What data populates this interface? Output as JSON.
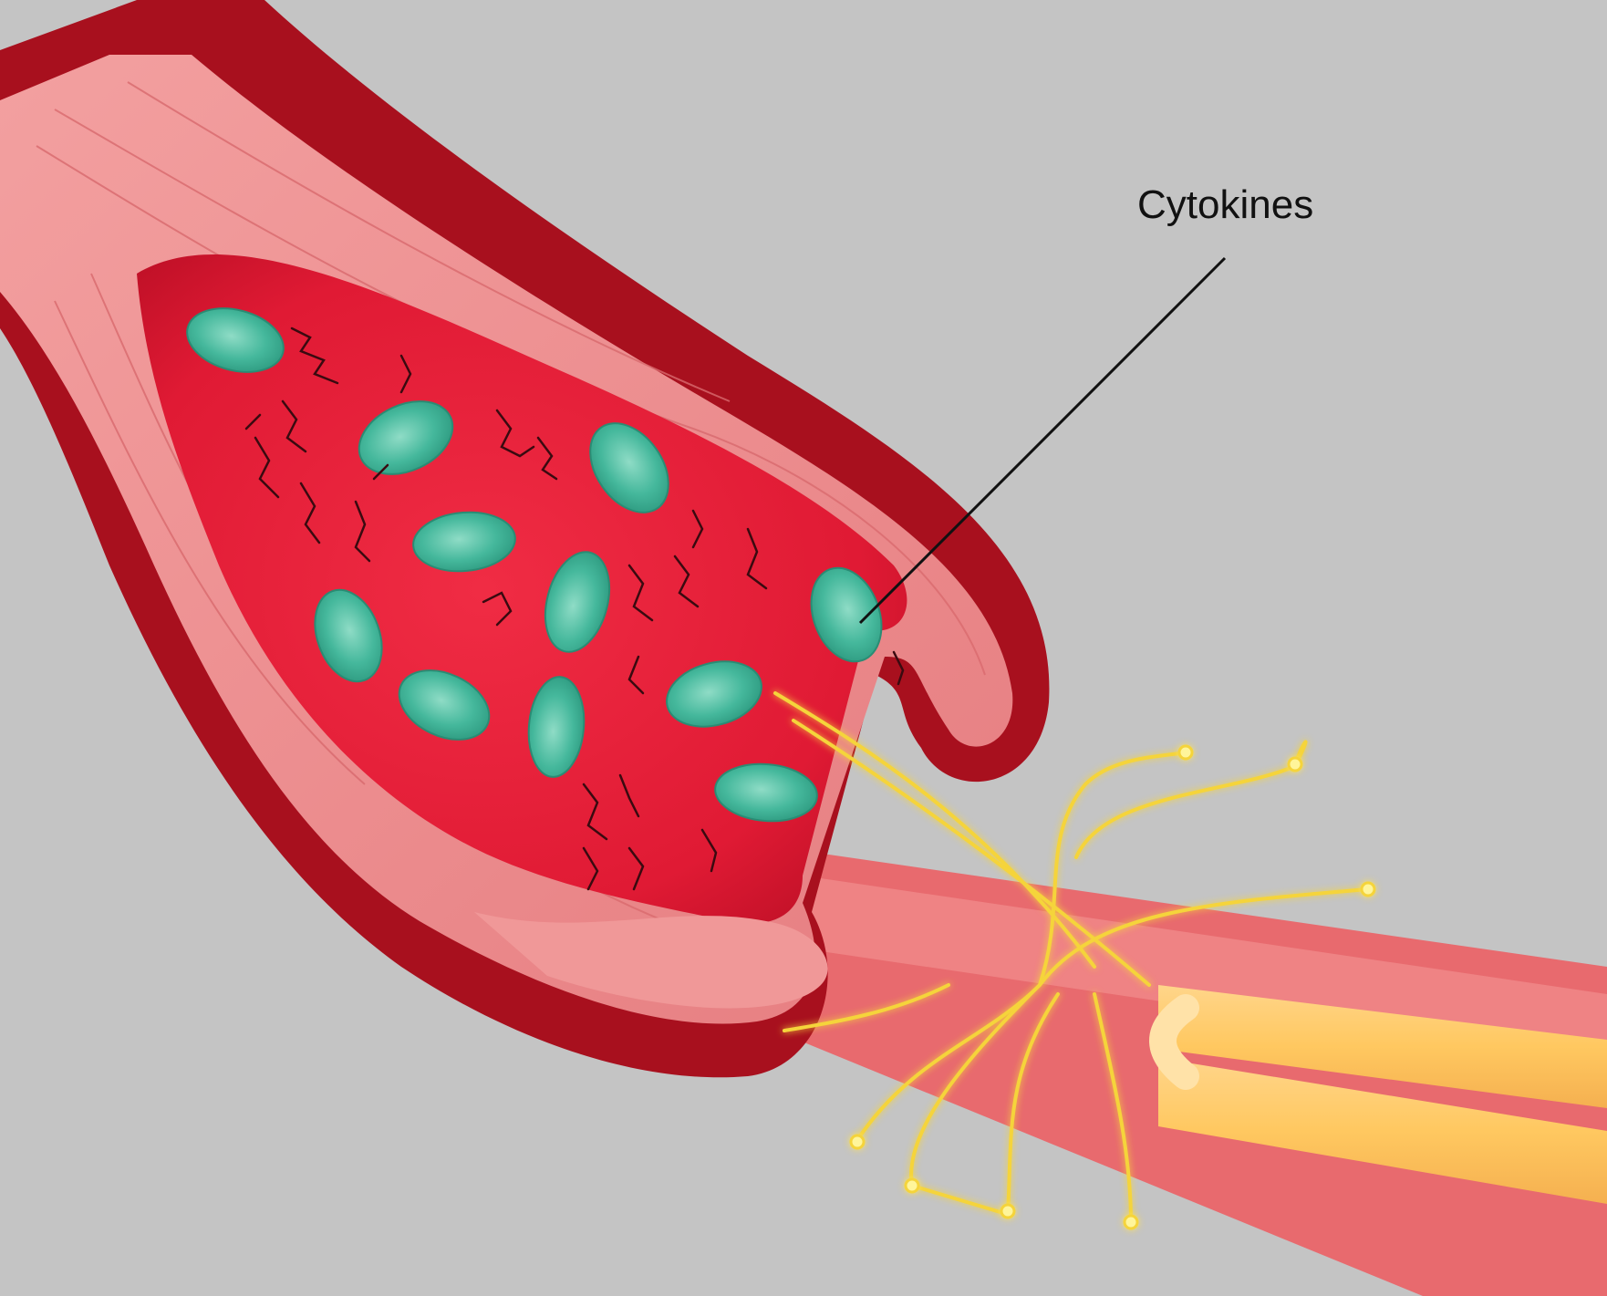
{
  "labels": {
    "cytokines": "Cytokines"
  },
  "colors": {
    "background": "#c4c4c4",
    "vessel_outer": "#a8101e",
    "vessel_wall": "#ec8c8c",
    "lumen": "#e8203a",
    "cell": "#3fb69a",
    "nerve": "#f5d43a",
    "label_line": "#111111"
  },
  "icons": {
    "cell": "immune-cell-oval",
    "fiber": "cytokine-fiber",
    "nerve_ending": "nerve-ending-dot"
  }
}
